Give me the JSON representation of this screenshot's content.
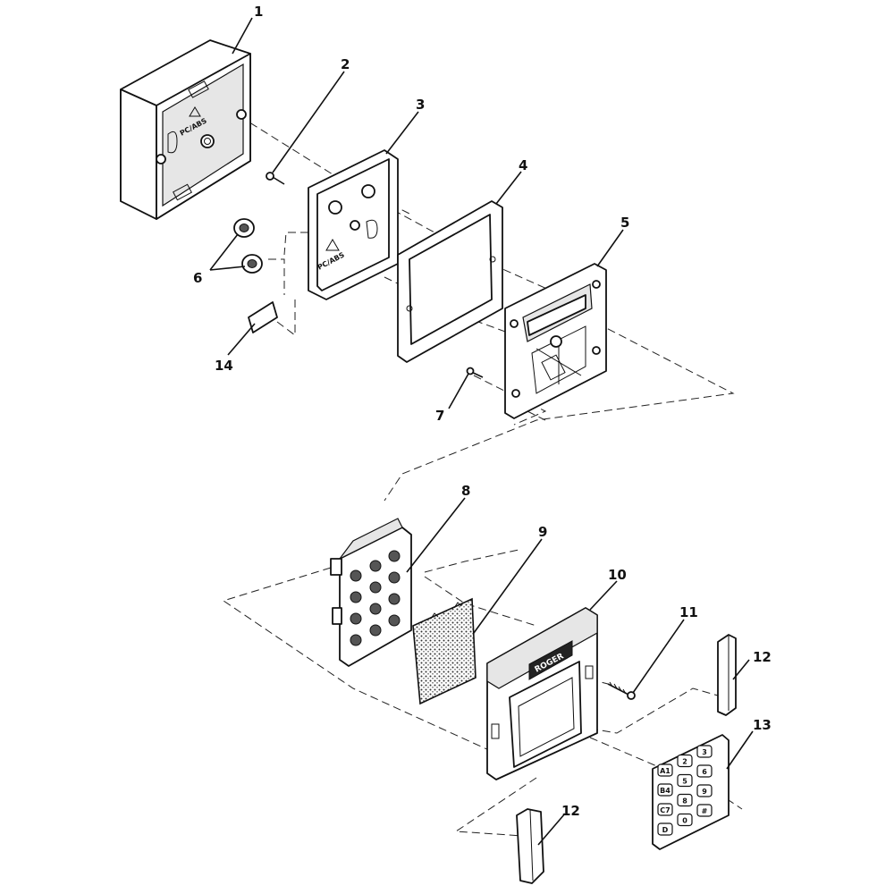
{
  "callouts": [
    {
      "id": "1",
      "label": "1"
    },
    {
      "id": "2",
      "label": "2"
    },
    {
      "id": "3",
      "label": "3"
    },
    {
      "id": "4",
      "label": "4"
    },
    {
      "id": "5",
      "label": "5"
    },
    {
      "id": "6",
      "label": "6"
    },
    {
      "id": "7",
      "label": "7"
    },
    {
      "id": "8",
      "label": "8"
    },
    {
      "id": "9",
      "label": "9"
    },
    {
      "id": "10",
      "label": "10"
    },
    {
      "id": "11",
      "label": "11"
    },
    {
      "id": "12a",
      "label": "12"
    },
    {
      "id": "12b",
      "label": "12"
    },
    {
      "id": "13",
      "label": "13"
    },
    {
      "id": "14",
      "label": "14"
    }
  ],
  "stamps": {
    "material": "PC/ABS",
    "brand": "ROGER"
  },
  "keypad": [
    "A1",
    "2",
    "3",
    "B4",
    "5",
    "6",
    "C7",
    "8",
    "9",
    "D",
    "0",
    "#"
  ]
}
